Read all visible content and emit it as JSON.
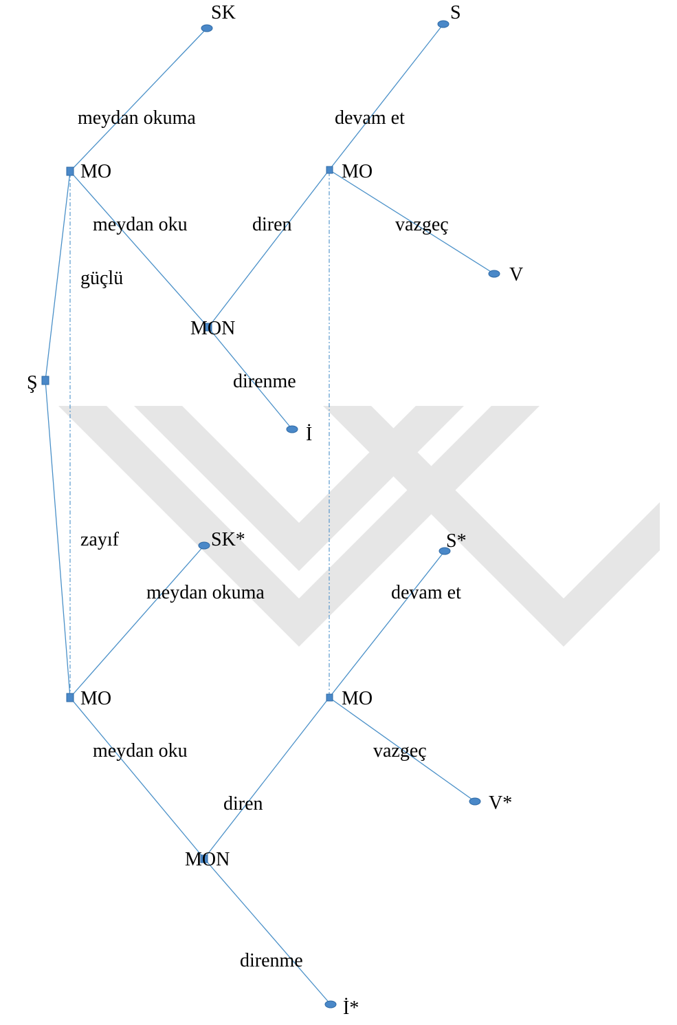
{
  "colors": {
    "edge": "#4a90c8",
    "node": "#4a88c8",
    "watermark": "#e6e6e6"
  },
  "nodes": {
    "root": "Ş",
    "top_sk": "SK",
    "top_mo_left": "MO",
    "top_mon": "MON",
    "top_i": "İ",
    "top_mo_right": "MO",
    "top_s": "S",
    "top_v": "V",
    "bot_sk": "SK*",
    "bot_mo_left": "MO",
    "bot_mon": "MON",
    "bot_i": "İ*",
    "bot_mo_right": "MO",
    "bot_s": "S*",
    "bot_v": "V*"
  },
  "edges": {
    "guclu": "güçlü",
    "zayif": "zayıf",
    "top_meydan_okuma": "meydan okuma",
    "top_meydan_oku": "meydan oku",
    "top_diren": "diren",
    "top_direnme": "direnme",
    "top_devam_et": "devam et",
    "top_vazgec": "vazgeç",
    "bot_meydan_okuma": "meydan okuma",
    "bot_meydan_oku": "meydan oku",
    "bot_diren": "diren",
    "bot_direnme": "direnme",
    "bot_devam_et": "devam et",
    "bot_vazgec": "vazgeç"
  }
}
